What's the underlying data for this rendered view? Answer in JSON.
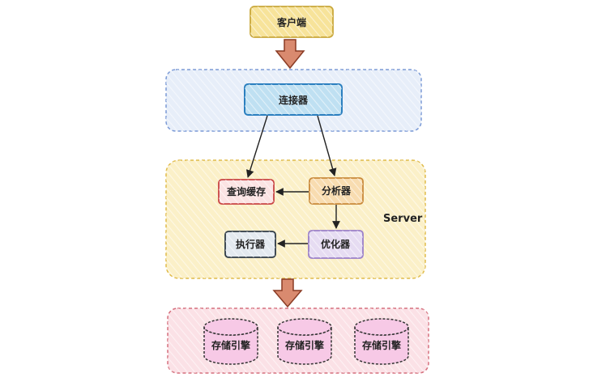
{
  "client": {
    "label": "客户端",
    "fill": "#f7e39a",
    "stroke": "#c9a73a"
  },
  "connector_layer": {
    "fill": "#e7eef9",
    "stroke": "#7b9ad6"
  },
  "connector": {
    "label": "连接器",
    "fill": "#bfe0f2",
    "stroke": "#2b7fbf"
  },
  "server": {
    "label": "Server",
    "fill": "#fbf0c8",
    "stroke": "#e0bb4a",
    "query_cache": {
      "label": "查询缓存",
      "fill": "#fbe3e3",
      "stroke": "#c94444"
    },
    "analyzer": {
      "label": "分析器",
      "fill": "#f8dcb0",
      "stroke": "#c9893a"
    },
    "optimizer": {
      "label": "优化器",
      "fill": "#e6dcf2",
      "stroke": "#9a7fc9"
    },
    "executor": {
      "label": "执行器",
      "fill": "#e3e9ef",
      "stroke": "#2e3a46"
    }
  },
  "storage_layer": {
    "fill": "#fbe1e6",
    "stroke": "#d5707e",
    "engines": [
      {
        "label": "存储引擎"
      },
      {
        "label": "存储引擎"
      },
      {
        "label": "存储引擎"
      }
    ],
    "engine_fill": "#f7c9e6",
    "engine_stroke": "#333333"
  },
  "big_arrow": {
    "fill": "#d98a6f",
    "stroke": "#8a3b24"
  }
}
